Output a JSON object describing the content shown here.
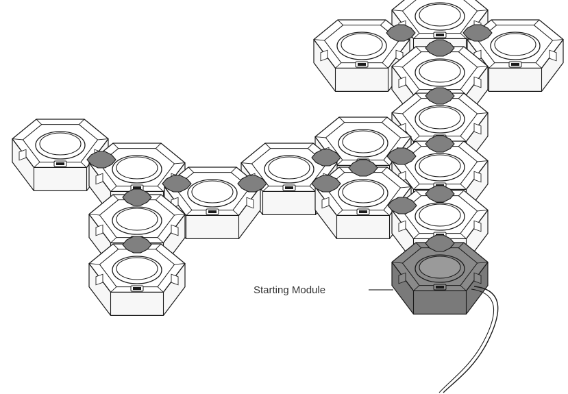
{
  "diagram": {
    "callout": {
      "label": "Starting Module"
    },
    "colors": {
      "outline": "#1a1a1a",
      "module_face": "#ffffff",
      "module_side": "#f7f7f7",
      "connector": "#808080",
      "starting_module": "#8a8a8a",
      "starting_module_side": "#7a7a7a",
      "callout_text": "#333333"
    },
    "modules": [
      {
        "id": "top-center"
      },
      {
        "id": "top-left"
      },
      {
        "id": "top-right"
      },
      {
        "id": "upper-center"
      },
      {
        "id": "right-column-1"
      },
      {
        "id": "right-column-2"
      },
      {
        "id": "right-column-3"
      },
      {
        "id": "center-right-upper"
      },
      {
        "id": "center-right-lower"
      },
      {
        "id": "center-middle"
      },
      {
        "id": "center-left"
      },
      {
        "id": "left-arm-2"
      },
      {
        "id": "left-end"
      },
      {
        "id": "left-down-1"
      },
      {
        "id": "left-down-2"
      },
      {
        "id": "starting-module",
        "starting": true
      }
    ],
    "connectors": [
      {
        "id": "c1"
      },
      {
        "id": "c2"
      },
      {
        "id": "c3"
      },
      {
        "id": "c4"
      },
      {
        "id": "c5"
      },
      {
        "id": "c6"
      },
      {
        "id": "c7"
      },
      {
        "id": "c8"
      },
      {
        "id": "c9"
      },
      {
        "id": "c10"
      },
      {
        "id": "c11"
      },
      {
        "id": "c12"
      },
      {
        "id": "c13"
      },
      {
        "id": "c14"
      },
      {
        "id": "c15"
      },
      {
        "id": "c16"
      },
      {
        "id": "c17"
      }
    ]
  }
}
